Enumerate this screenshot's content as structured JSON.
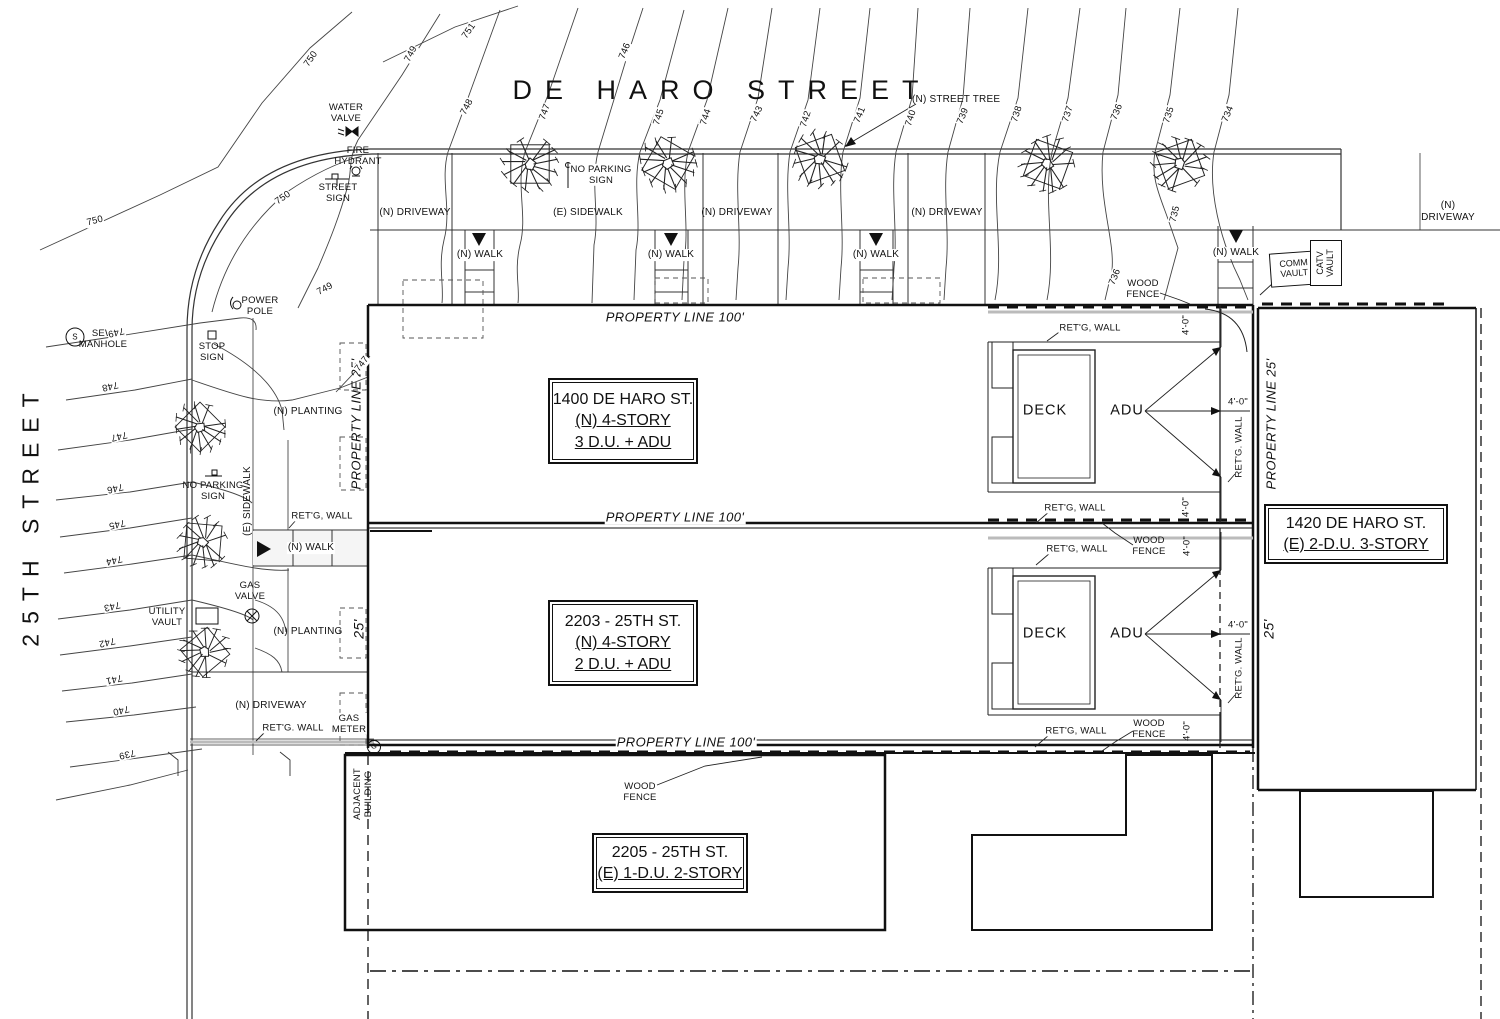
{
  "streets": {
    "de_haro": "DE HARO STREET",
    "twenty_fifth": "25TH STREET"
  },
  "buildings": {
    "b1400": {
      "line1": "1400 DE HARO ST.",
      "line2": "(N) 4-STORY",
      "line3": "3 D.U. + ADU"
    },
    "b2203": {
      "line1": "2203 - 25TH ST.",
      "line2": "(N) 4-STORY",
      "line3": "2 D.U. + ADU"
    },
    "b2205": {
      "line1": "2205 - 25TH ST.",
      "line2": "(E) 1-D.U. 2-STORY"
    },
    "b1420": {
      "line1": "1420 DE HARO ST.",
      "line2": "(E) 2-D.U. 3-STORY"
    }
  },
  "property_lines": {
    "top": "PROPERTY LINE 100'",
    "middle": "PROPERTY LINE 100'",
    "bottom": "PROPERTY LINE 100'",
    "left_25": "PROPERTY LINE 25'",
    "right_25": "PROPERTY LINE 25'",
    "dim_25_left": "25'",
    "dim_25_right": "25'"
  },
  "site": {
    "n_walk": "(N) WALK",
    "n_driveway": "(N) DRIVEWAY",
    "e_sidewalk": "(E) SIDEWALK",
    "n_planting": "(N) PLANTING",
    "n_street_tree": "(N) STREET TREE",
    "deck": "DECK",
    "adu": "ADU",
    "dim_4_0": "4'-0\"",
    "retg_wall_comma": "RET'G, WALL",
    "retg_wall_period": "RET'G. WALL",
    "wood_fence": "WOOD\nFENCE",
    "comm_vault": "COMM\nVAULT",
    "catv_vault": "CATV\nVAULT",
    "adjacent_building": "ADJACENT\nBUILDING"
  },
  "utilities": {
    "water_valve": "WATER\nVALVE",
    "fire_hydrant": "FIRE\nHYDRANT",
    "street_sign": "STREET\nSIGN",
    "stop_sign": "STOP\nSIGN",
    "power_pole": "POWER\nPOLE",
    "sew_manhole": "SEW\nMANHOLE",
    "manhole_s": "S",
    "no_parking_sign": "NO PARKING\nSIGN",
    "gas_valve": "GAS\nVALVE",
    "gas_meter": "GAS\nMETER",
    "gas_meter_g": "G",
    "utility_vault": "UTILITY\nVAULT"
  },
  "contours": {
    "c751": "751",
    "c750": "750",
    "c749": "749",
    "c748": "748",
    "c747": "747",
    "c746": "746",
    "c745": "745",
    "c744": "744",
    "c743": "743",
    "c742": "742",
    "c741": "741",
    "c740": "740",
    "c739": "739",
    "c738": "738",
    "c737": "737",
    "c736": "736",
    "c735": "735",
    "c734": "734"
  }
}
